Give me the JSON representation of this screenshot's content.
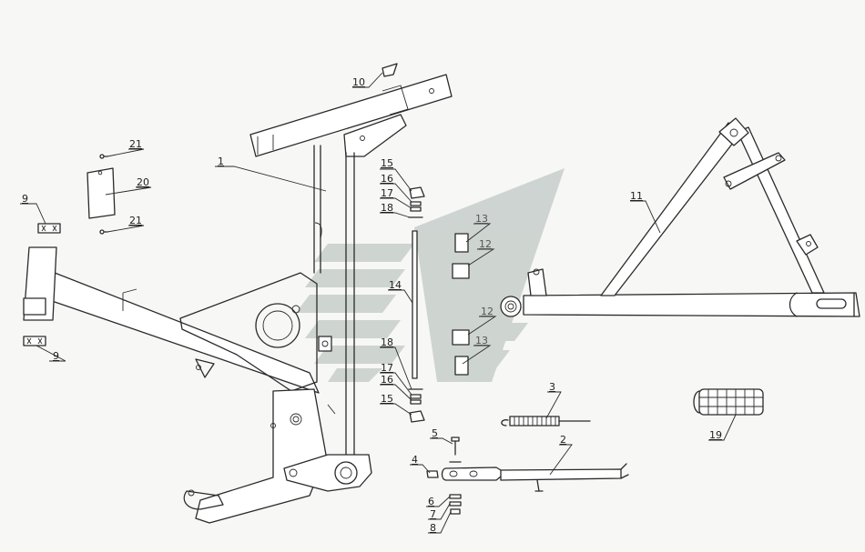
{
  "colors": {
    "background": "#f7f7f5",
    "line": "#2a2a2a",
    "watermark": "#c7ceca"
  },
  "watermark": {
    "type": "logo",
    "color": "#c7ceca"
  },
  "callouts": {
    "c1": "1",
    "c2": "2",
    "c3": "3",
    "c4": "4",
    "c5": "5",
    "c6": "6",
    "c7": "7",
    "c8": "8",
    "c9a": "9",
    "c9b": "9",
    "c10": "10",
    "c11": "11",
    "c12a": "12",
    "c12b": "12",
    "c13a": "13",
    "c13b": "13",
    "c14": "14",
    "c15a": "15",
    "c15b": "15",
    "c16a": "16",
    "c16b": "16",
    "c17a": "17",
    "c17b": "17",
    "c18a": "18",
    "c18b": "18",
    "c19": "19",
    "c20": "20",
    "c21a": "21",
    "c21b": "21"
  }
}
